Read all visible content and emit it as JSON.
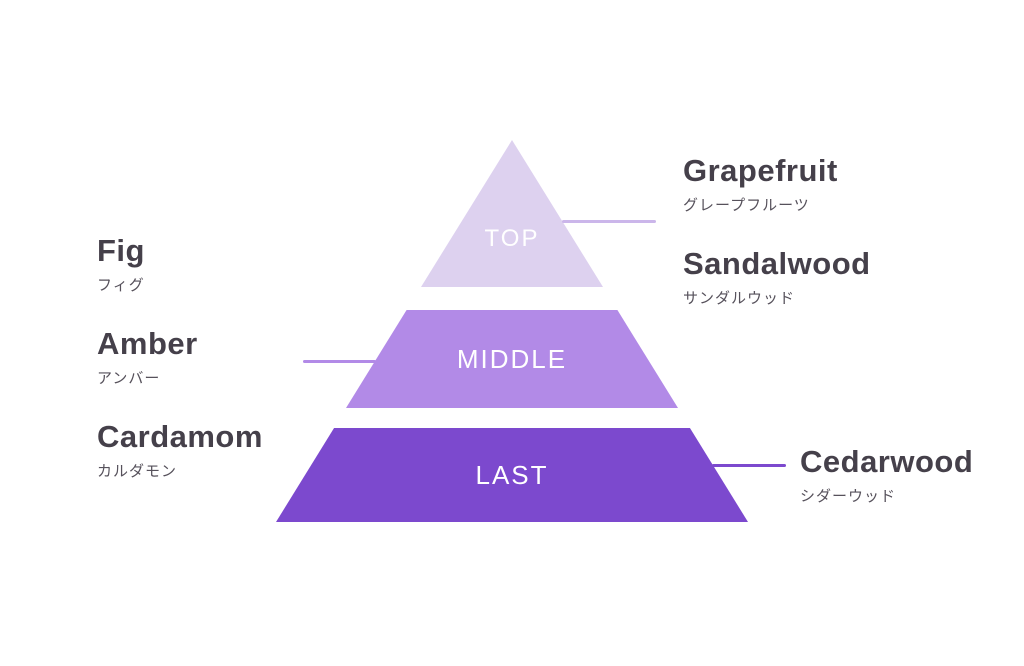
{
  "canvas": {
    "background": "#ffffff"
  },
  "pyramid": {
    "top": {
      "label": "TOP",
      "color": "#ddd1ef"
    },
    "middle": {
      "label": "MIDDLE",
      "color": "#b28ae7"
    },
    "last": {
      "label": "LAST",
      "color": "#7c49ce"
    }
  },
  "connectors": {
    "grapefruit": {
      "color": "#cbb6ea"
    },
    "amber": {
      "color": "#b28ae7"
    },
    "cedarwood": {
      "color": "#7c49ce"
    }
  },
  "notes": {
    "fig": {
      "name": "Fig",
      "kana": "フィグ"
    },
    "amber": {
      "name": "Amber",
      "kana": "アンバー"
    },
    "cardamom": {
      "name": "Cardamom",
      "kana": "カルダモン"
    },
    "grapefruit": {
      "name": "Grapefruit",
      "kana": "グレープフルーツ"
    },
    "sandalwood": {
      "name": "Sandalwood",
      "kana": "サンダルウッド"
    },
    "cedarwood": {
      "name": "Cedarwood",
      "kana": "シダーウッド"
    }
  },
  "text": {
    "name_color": "#45404a",
    "kana_color": "#56515b",
    "level_label_color": "#ffffff"
  }
}
